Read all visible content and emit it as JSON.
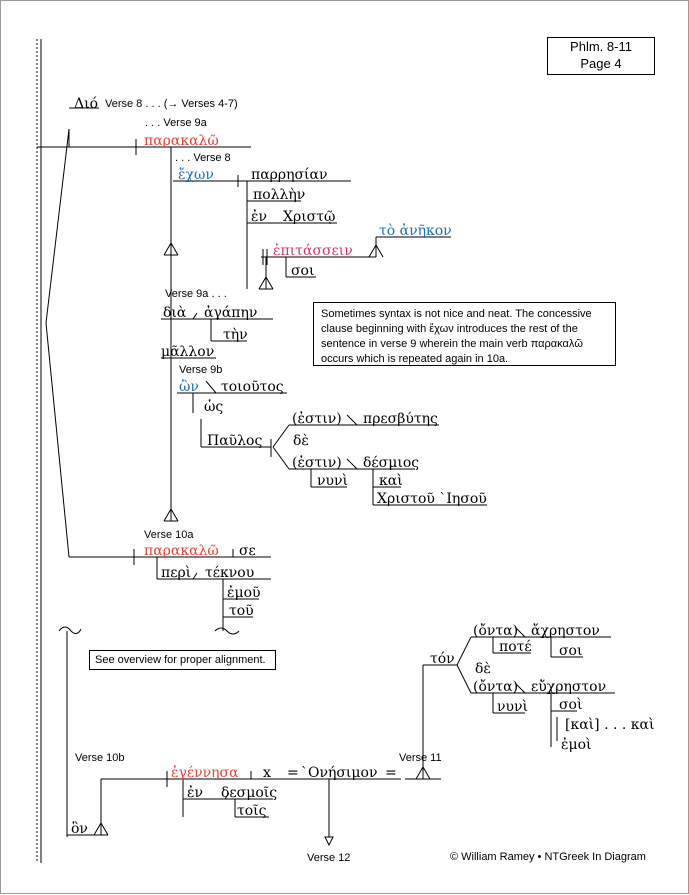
{
  "reference": {
    "line1": "Phlm. 8-11",
    "line2": "Page 4"
  },
  "colors": {
    "red": "#e8412f",
    "blue": "#1a6fb5",
    "pink": "#d6336c",
    "black": "#000000"
  },
  "labels": {
    "verse8_forward": "Verse 8 . . . (→ Verses 4-7)",
    "verse9a_first": ". . . Verse 9a",
    "verse8_second": ". . . Verse 8",
    "verse9a_second": "Verse 9a . . .",
    "verse9b": "Verse 9b",
    "verse10a": "Verse 10a",
    "verse10b": "Verse 10b",
    "verse11": "Verse 11",
    "verse12": "Verse 12"
  },
  "greek": {
    "dio": "Διό",
    "parakalo1": "παρακαλῶ",
    "echon": "ἔχων",
    "parresian": "παρρησίαν",
    "pollen": "πολλὴν",
    "en1": "ἐν",
    "christo": "Χριστῷ",
    "epitassein": "ἐπιτάσσειν",
    "soi1": "σοι",
    "to_anekon": "τὸ ἀνῆκον",
    "dia": "διὰ",
    "agapen": "ἀγάπην",
    "ten": "τὴν",
    "mallon": "μᾶλλον",
    "on": "ὢν",
    "toioutos": "τοιοῦτος",
    "hos": "ὡς",
    "paulos": "Παῦλος",
    "estin1": "(ἐστιν)",
    "presbutes": "πρεσβύτης",
    "de1": "δὲ",
    "estin2": "(ἐστιν)",
    "desmios": "δέσμιος",
    "nuni1": "νυνὶ",
    "kai1": "καὶ",
    "christou_iesou": "Χριστοῦ `Ιησοῦ",
    "parakalo2": "παρακαλῶ",
    "se": "σε",
    "peri": "περὶ",
    "teknou": "τέκνου",
    "emou": "ἐμοῦ",
    "tou": "τοῦ",
    "ton": "τόν",
    "onta1": "(ὄντα)",
    "achreston": "ἄχρηστον",
    "pote": "ποτέ",
    "soi2": "σοι",
    "de2": "δὲ",
    "onta2": "(ὄντα)",
    "euchreston": "εὔχρηστον",
    "nuni2": "νυνὶ",
    "soi3": "σοὶ",
    "kai_bracket": "[καὶ] . . . καὶ",
    "emoi": "ἐμοὶ",
    "egennesa": "ἐγέννησα",
    "x": "x",
    "onesimon": "`Ονήσιμον",
    "en2": "ἐν",
    "desmois": "δεσμοῖς",
    "tois": "τοῖς",
    "hon": "ὃν"
  },
  "note": "Sometimes syntax is not nice and neat. The concessive clause beginning with ἔχων introduces the rest of the sentence in verse 9 wherein the main verb παρακαλῶ occurs which is repeated again in 10a.",
  "overview_note": "See overview for proper alignment.",
  "footer": "© William Ramey • NTGreek In Diagram"
}
